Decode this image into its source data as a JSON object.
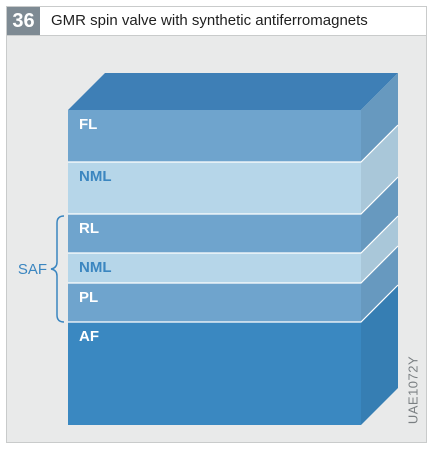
{
  "figure": {
    "number": "36",
    "title": "GMR spin valve with synthetic antiferromagnets",
    "code": "UAE1072Y"
  },
  "group_label": "SAF",
  "layers": [
    {
      "label": "FL",
      "color": "#6fa4cd",
      "label_color": "#ffffff"
    },
    {
      "label": "NML",
      "color": "#b6d6e9",
      "label_color": "#3b86c0"
    },
    {
      "label": "RL",
      "color": "#6fa4cd",
      "label_color": "#ffffff"
    },
    {
      "label": "NML",
      "color": "#b6d6e9",
      "label_color": "#3b86c0"
    },
    {
      "label": "PL",
      "color": "#6fa4cd",
      "label_color": "#ffffff"
    },
    {
      "label": "AF",
      "color": "#3a88c1",
      "label_color": "#ffffff"
    }
  ],
  "colors": {
    "top_face": "#3e7fb6",
    "bracket": "#3b86c0"
  }
}
